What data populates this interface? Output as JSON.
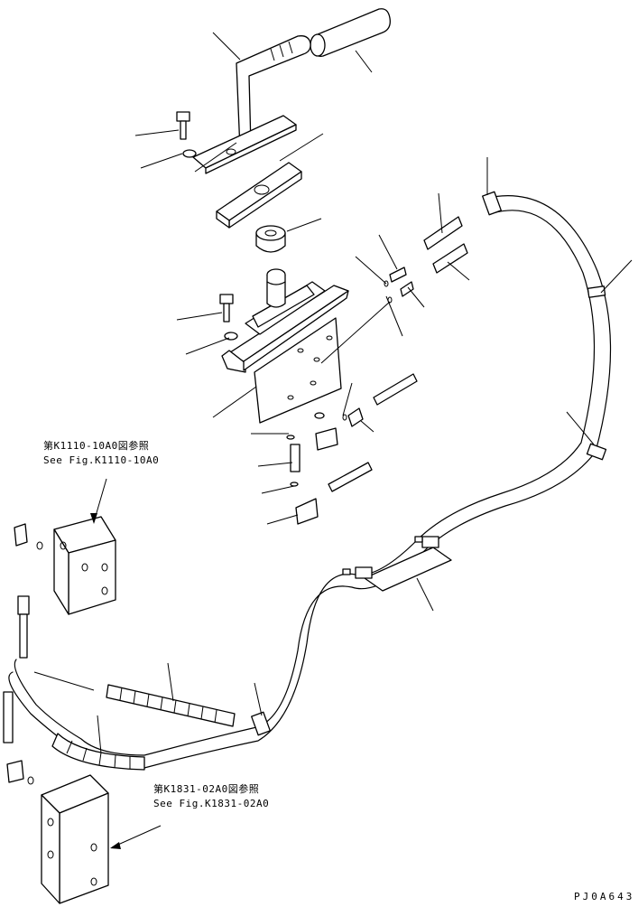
{
  "refs": [
    {
      "line1": "第K1110-10A0図参照",
      "line2": "See Fig.K1110-10A0"
    },
    {
      "line1": "第K1831-02A0図参照",
      "line2": "See Fig.K1831-02A0"
    }
  ],
  "drawing_code": "PJ0A643"
}
